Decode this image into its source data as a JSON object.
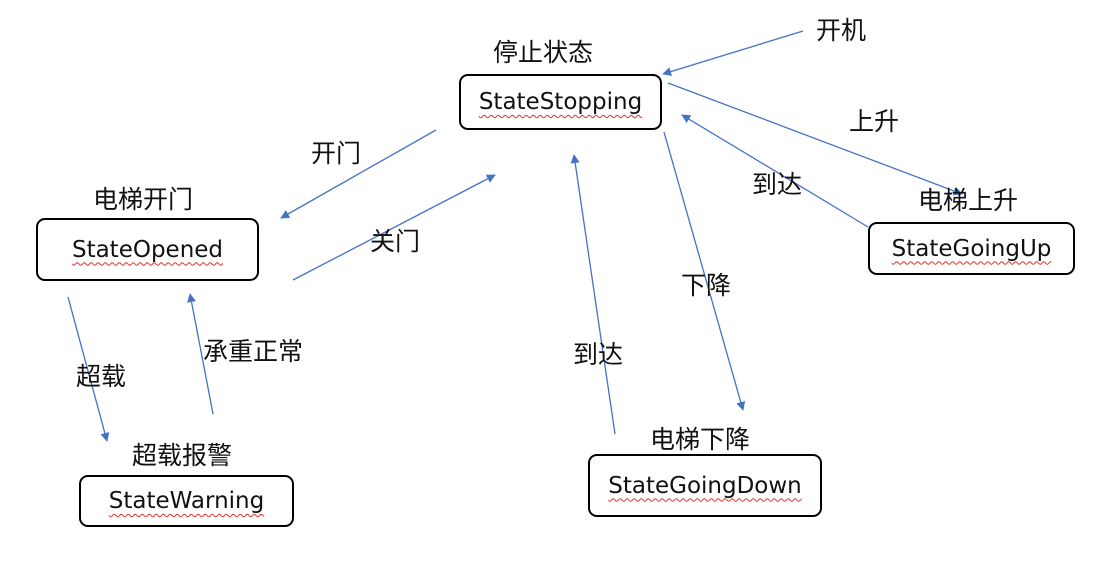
{
  "states": {
    "stopping": {
      "title": "停止状态",
      "name": "StateStopping"
    },
    "opened": {
      "title": "电梯开门",
      "name": "StateOpened"
    },
    "goingup": {
      "title": "电梯上升",
      "name": "StateGoingUp"
    },
    "warning": {
      "title": "超载报警",
      "name": "StateWarning"
    },
    "goingdown": {
      "title": "电梯下降",
      "name": "StateGoingDown"
    }
  },
  "transitions": {
    "power_on": "开机",
    "open_door": "开门",
    "close_door": "关门",
    "go_up": "上升",
    "arrive_from_up": "到达",
    "go_down": "下降",
    "arrive_from_down": "到达",
    "overload": "超载",
    "load_normal": "承重正常"
  },
  "colors": {
    "edge": "#4472c4",
    "box_border": "#000000",
    "spellcheck": "#e0302a"
  }
}
